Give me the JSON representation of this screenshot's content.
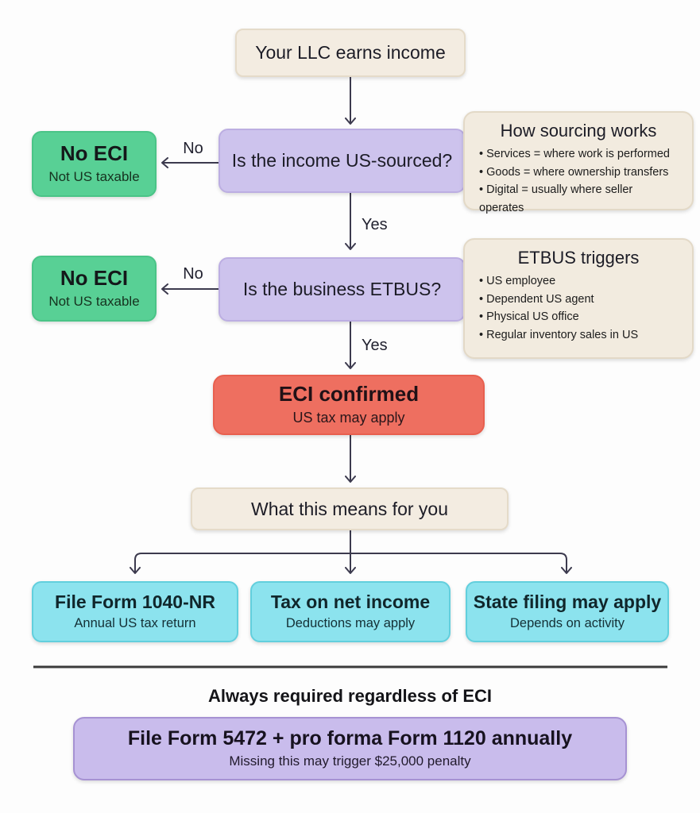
{
  "edge_labels": {
    "no1": "No",
    "yes1": "Yes",
    "no2": "No",
    "yes2": "Yes"
  },
  "nodes": {
    "start": {
      "title": "Your LLC earns income"
    },
    "q_sourced": {
      "title": "Is the income US-sourced?"
    },
    "no_eci_1": {
      "title": "No ECI",
      "subtitle": "Not US taxable"
    },
    "sourcing_info": {
      "title": "How sourcing works",
      "bullets": [
        "• Services = where work is performed",
        "• Goods = where ownership transfers",
        "• Digital = usually where seller operates"
      ]
    },
    "q_etbus": {
      "title": "Is the business ETBUS?"
    },
    "no_eci_2": {
      "title": "No ECI",
      "subtitle": "Not US taxable"
    },
    "etbus_info": {
      "title": "ETBUS triggers",
      "bullets": [
        "• US employee",
        "• Dependent US agent",
        "• Physical US office",
        "• Regular inventory sales in US"
      ]
    },
    "eci_confirmed": {
      "title": "ECI confirmed",
      "subtitle": "US tax may apply"
    },
    "means": {
      "title": "What this means for you"
    },
    "outcome_1040nr": {
      "title": "File Form 1040-NR",
      "subtitle": "Annual US tax return"
    },
    "outcome_net_income": {
      "title": "Tax on net income",
      "subtitle": "Deductions may apply"
    },
    "outcome_state": {
      "title": "State filing may apply",
      "subtitle": "Depends on activity"
    }
  },
  "footer": {
    "heading": "Always required regardless of ECI",
    "box": {
      "title": "File Form 5472 + pro forma Form 1120 annually",
      "subtitle": "Missing this may trigger $25,000 penalty"
    }
  },
  "colors": {
    "background": "#fdfdfd",
    "cream_box": "#f3ece1",
    "question_purple": "#cdc3ed",
    "no_eci_green": "#58d095",
    "eci_red": "#ee6f60",
    "outcome_cyan": "#8ce3ee",
    "footer_purple": "#c9bcec",
    "arrow": "#3c3a4e",
    "divider": "#3b3b3b"
  }
}
